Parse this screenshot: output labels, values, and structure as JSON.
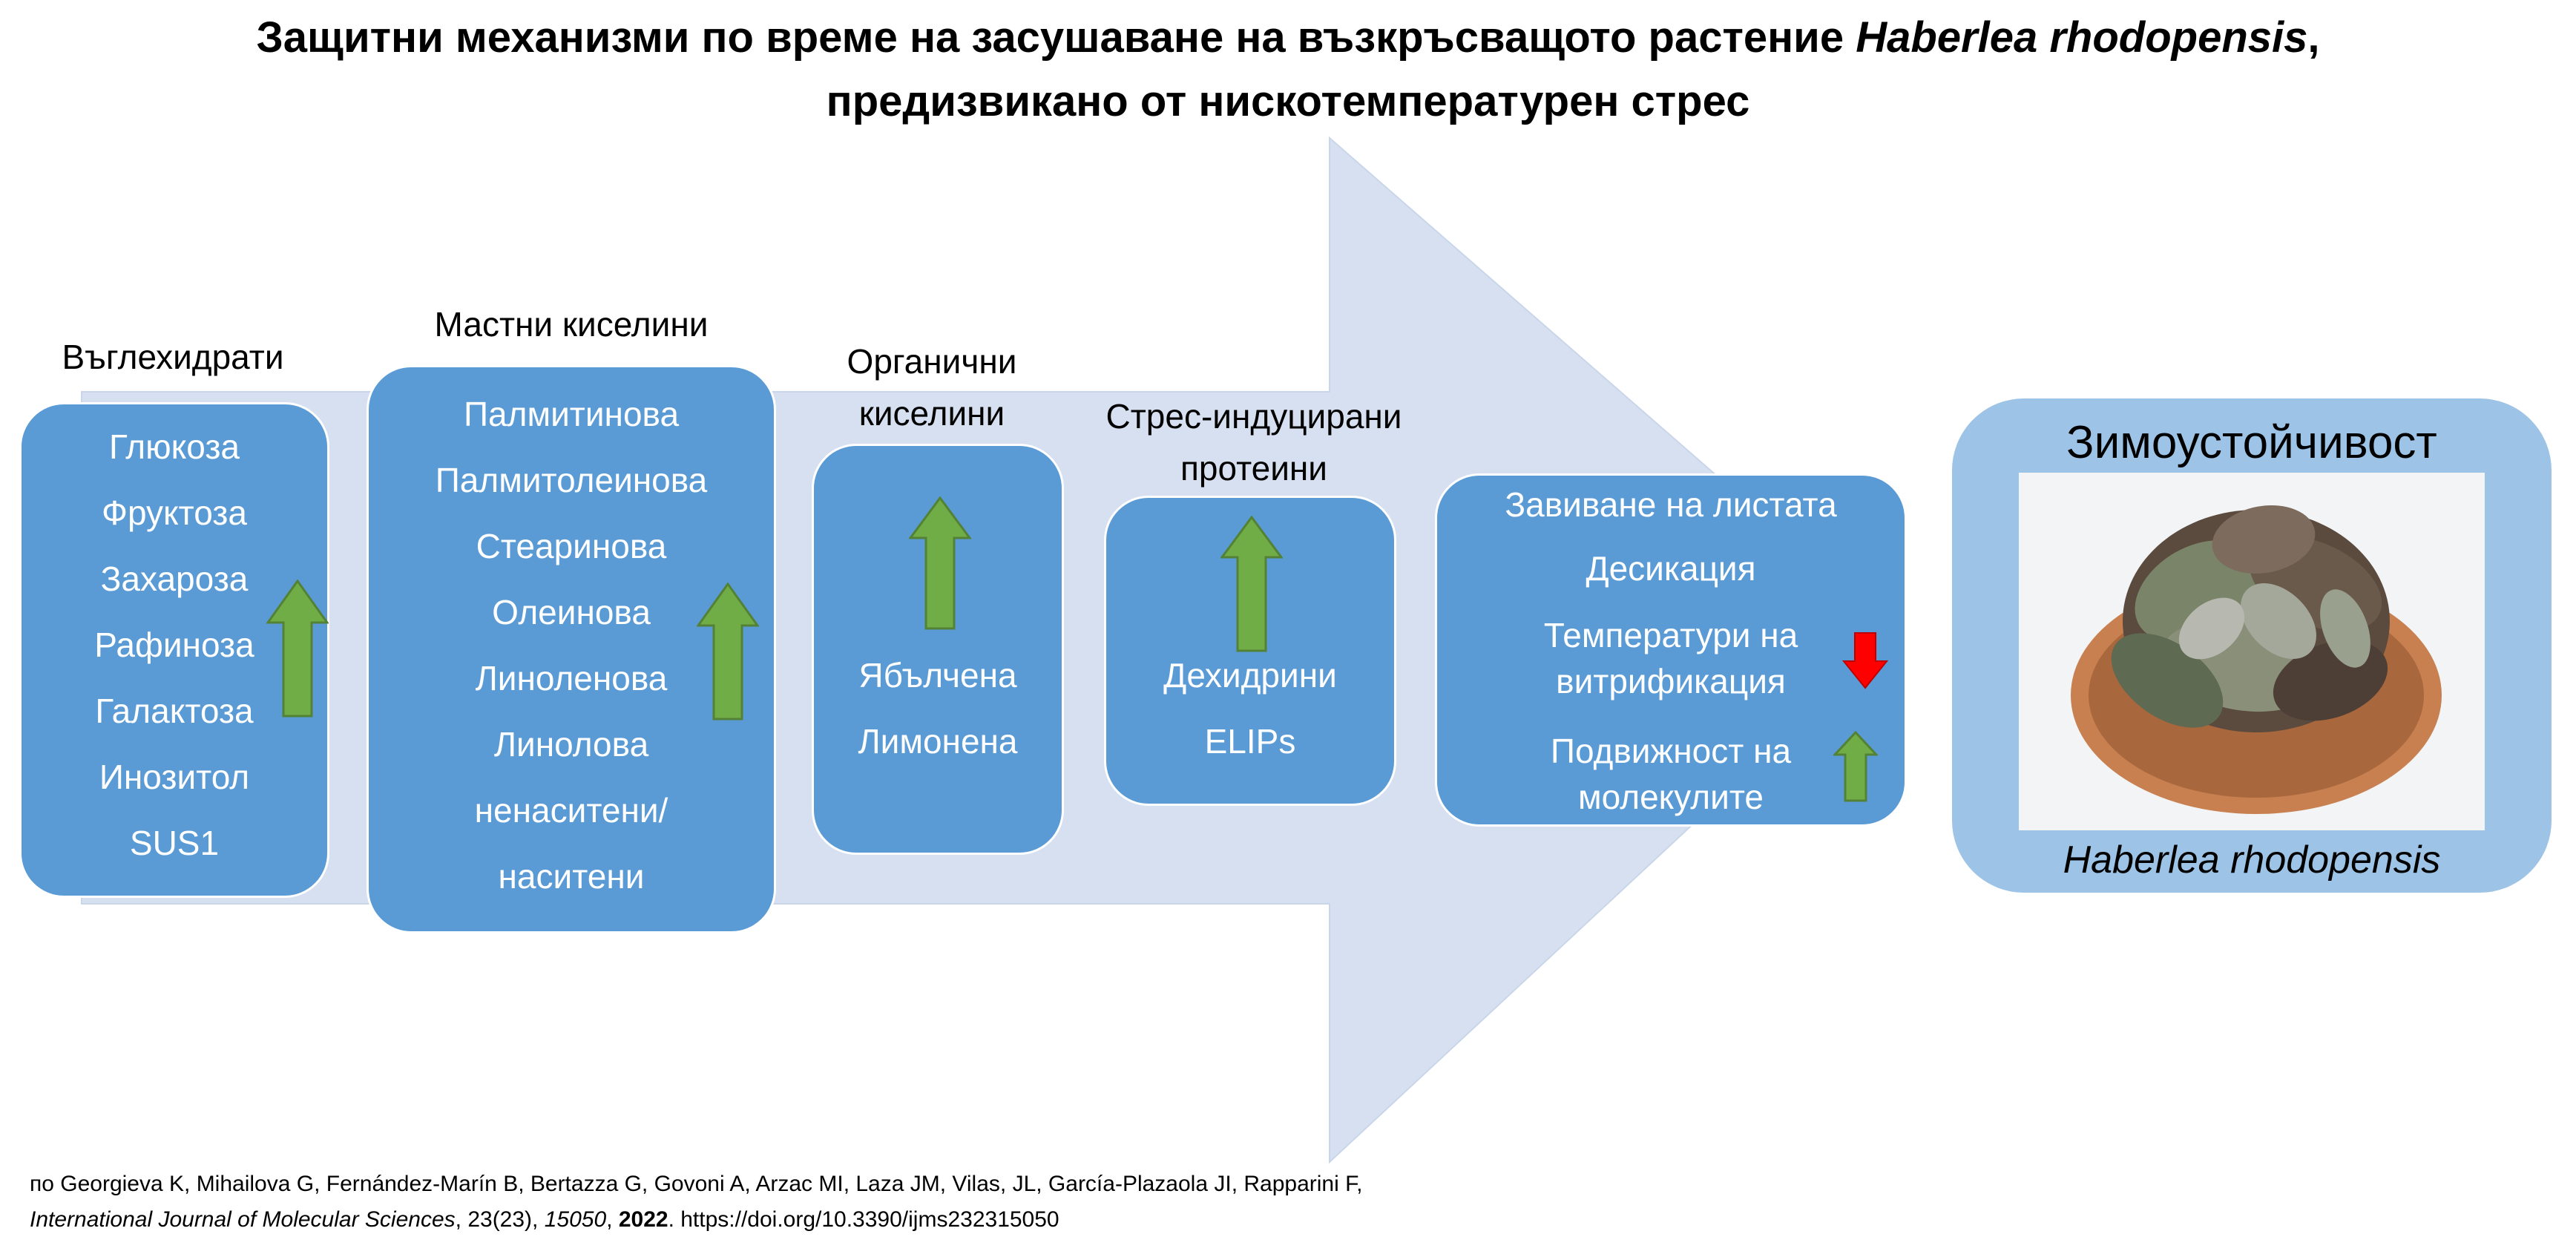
{
  "title": {
    "line1_regular": "Защитни механизми по време на засушаване на възкръсващото растение ",
    "line1_species": "Haberlea rhodopensis",
    "line1_end": ",",
    "line2": "предизвикано от нискотемпературен стрес"
  },
  "categories": {
    "carbs": {
      "label": "Въглехидрати",
      "items": [
        "Глюкоза",
        "Фруктоза",
        "Захароза",
        "Рафиноза",
        "Галактоза",
        "Инозитол",
        "SUS1"
      ],
      "trend": "up"
    },
    "fatty_acids": {
      "label": "Мастни киселини",
      "items": [
        "Палмитинова",
        "Палмитолеинова",
        "Стеаринова",
        "Олеинова",
        "Линоленова",
        "Линолова",
        "ненаситени/",
        "наситени"
      ],
      "trend": "up"
    },
    "organic_acids": {
      "label_line1": "Органични",
      "label_line2": "киселини",
      "items": [
        "Ябълчена",
        "Лимонена"
      ],
      "trend": "up"
    },
    "stress_proteins": {
      "label_line1": "Стрес-индуцирани",
      "label_line2": "протеини",
      "items": [
        "Дехидрини",
        "ELIPs"
      ],
      "trend": "up"
    },
    "physical": {
      "item1": "Завиване на листата",
      "item2": "Десикация",
      "item3_line1": "Температури на",
      "item3_line2": "витрификация",
      "item3_trend": "down",
      "item4_line1": "Подвижност на",
      "item4_line2": "молекулите",
      "item4_trend": "up"
    }
  },
  "result": {
    "title": "Зимоустойчивост",
    "species": "Haberlea rhodopensis"
  },
  "citation": {
    "line1": "по Georgieva K, Mihailova G, Fernández-Marín B, Bertazza G, Govoni A, Arzac MI, Laza JM, Vilas, JL, García-Plazaola JI, Rapparini F,",
    "journal": "International Journal of Molecular Sciences",
    "volume": ", 23(23), ",
    "article": "15050",
    "sep": ", ",
    "year": "2022",
    "doi": ". https://doi.org/10.3390/ijms232315050"
  },
  "colors": {
    "panel": "#5b9bd5",
    "background_arrow": "#d6e0f0",
    "result_panel": "#9dc3e6",
    "up_arrow": "#70ad47",
    "down_arrow": "#ff0000"
  },
  "icons": {
    "up": "green-up-arrow-icon",
    "down": "red-down-arrow-icon"
  }
}
